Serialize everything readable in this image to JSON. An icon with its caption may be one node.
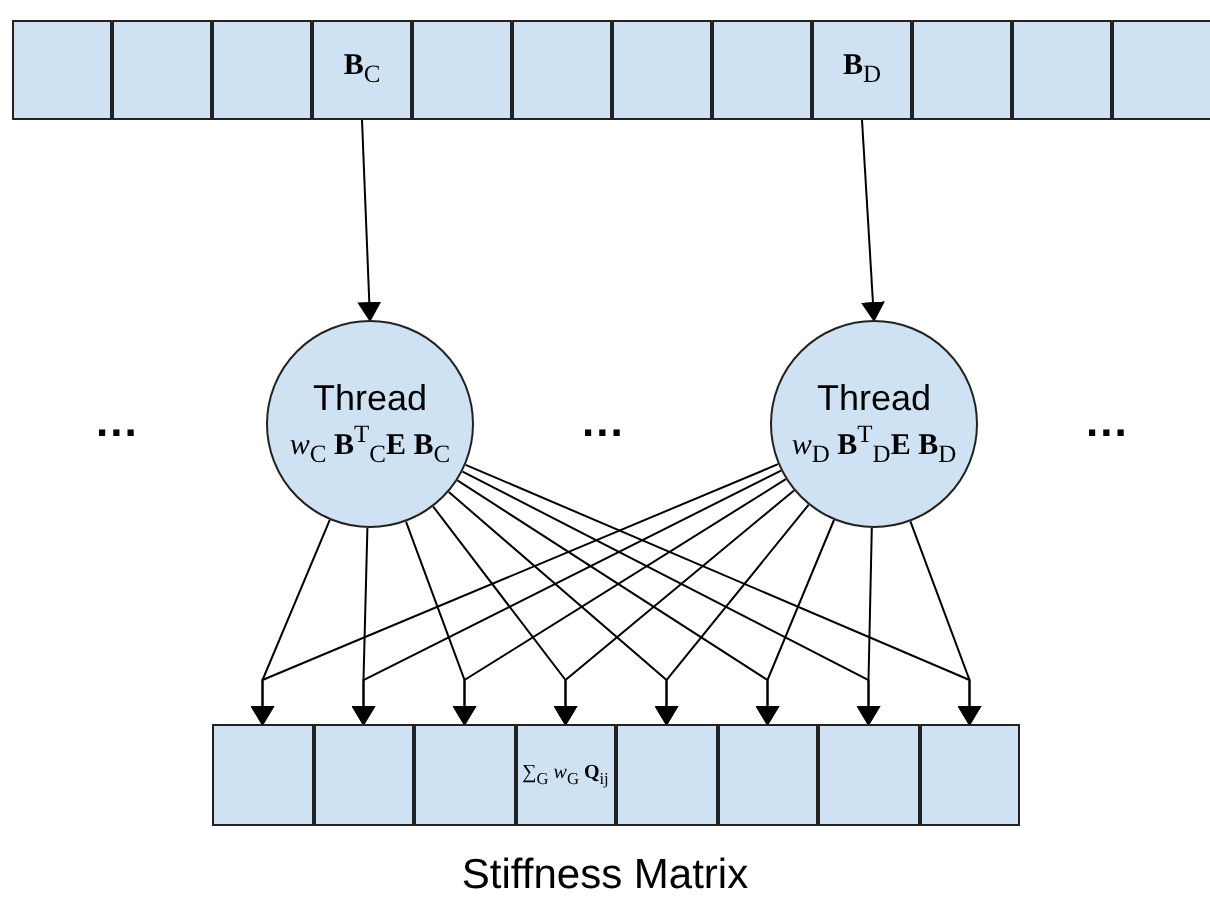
{
  "diagram": {
    "caption": "Stiffness Matrix",
    "nodes": [
      {
        "text": [],
        "shape": "box"
      },
      {
        "text": [],
        "shape": "box"
      },
      {
        "text": [],
        "shape": "box"
      },
      {
        "text": [
          "**B**$_{C}$"
        ]
      },
      {
        "text": [],
        "shape": "box"
      },
      {
        "text": [],
        "shape": "box"
      },
      {
        "text": [],
        "shape": "box"
      },
      {
        "text": [],
        "shape": "box"
      },
      {
        "text": [
          "**B**$_{D}$"
        ]
      },
      {
        "text": [],
        "shape": "box"
      },
      {
        "text": [],
        "shape": "box"
      },
      {
        "text": [],
        "shape": "box"
      },
      {
        "text": [
          "Thread",
          "*w*$_{C}$ **B**$^{T}$$_{C}$**E** **B**$_{C}$"
        ]
      },
      {
        "text": [
          "Thread",
          "*w*$_{D}$ **B**$^{T}$$_{D}$**E** **B**$_{D}$"
        ]
      },
      {
        "text": [],
        "shape": "box"
      },
      {
        "text": [],
        "shape": "box"
      },
      {
        "text": [],
        "shape": "box"
      },
      {
        "text": [
          "∑$_{G}$ *w*$_{G}$ **Q**$_{ij}$"
        ]
      },
      {
        "text": [],
        "shape": "box"
      },
      {
        "text": [],
        "shape": "box"
      },
      {
        "text": [],
        "shape": "box"
      },
      {
        "text": [],
        "shape": "box"
      }
    ],
    "edges": [
      {
        "from": 3,
        "to": 12,
        "arrow": "to"
      },
      {
        "from": 8,
        "to": 13,
        "arrow": "to"
      },
      {
        "from": 12,
        "to": 14,
        "arrow": "to"
      },
      {
        "from": 12,
        "to": 15,
        "arrow": "to"
      },
      {
        "from": 12,
        "to": 16,
        "arrow": "to"
      },
      {
        "from": 12,
        "to": 17,
        "arrow": "to"
      },
      {
        "from": 12,
        "to": 18,
        "arrow": "to"
      },
      {
        "from": 12,
        "to": 19,
        "arrow": "to"
      },
      {
        "from": 12,
        "to": 20,
        "arrow": "to"
      },
      {
        "from": 12,
        "to": 21,
        "arrow": "to"
      },
      {
        "from": 13,
        "to": 14,
        "arrow": "to"
      },
      {
        "from": 13,
        "to": 15,
        "arrow": "to"
      },
      {
        "from": 13,
        "to": 16,
        "arrow": "to"
      },
      {
        "from": 13,
        "to": 17,
        "arrow": "to"
      },
      {
        "from": 13,
        "to": 18,
        "arrow": "to"
      },
      {
        "from": 13,
        "to": 19,
        "arrow": "to"
      },
      {
        "from": 13,
        "to": 20,
        "arrow": "to"
      },
      {
        "from": 13,
        "to": 21,
        "arrow": "to"
      }
    ],
    "labels": [
      "...",
      "...",
      "..."
    ]
  }
}
